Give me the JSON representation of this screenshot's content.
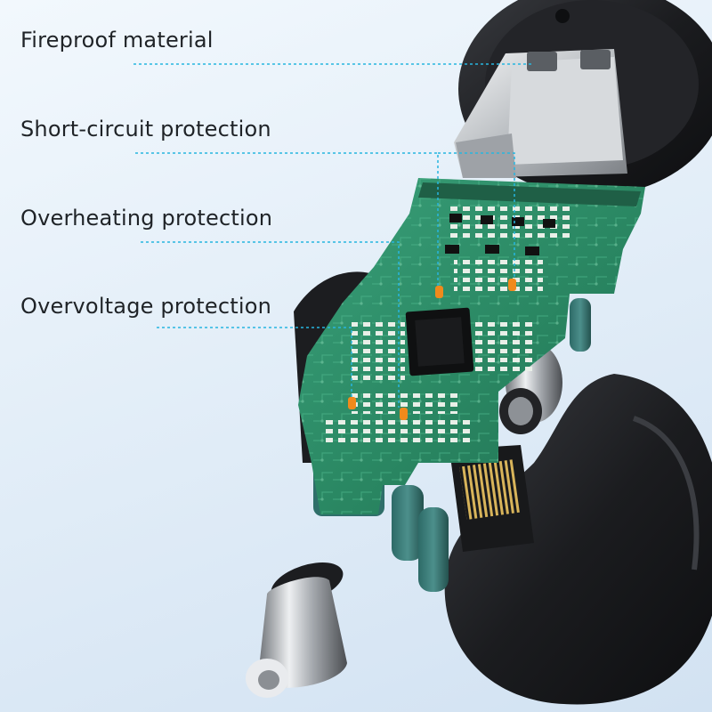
{
  "callouts": [
    {
      "label": "Fireproof material"
    },
    {
      "label": "Short-circuit protection"
    },
    {
      "label": "Overheating protection"
    },
    {
      "label": "Overvoltage protection"
    }
  ],
  "colors": {
    "background": "#e3eef8",
    "pcb": "#2f8f6b",
    "leader_line": "#27b6e0",
    "component_highlight": "#f08a1c",
    "housing": "#1c1d20",
    "text": "#1f2327"
  }
}
